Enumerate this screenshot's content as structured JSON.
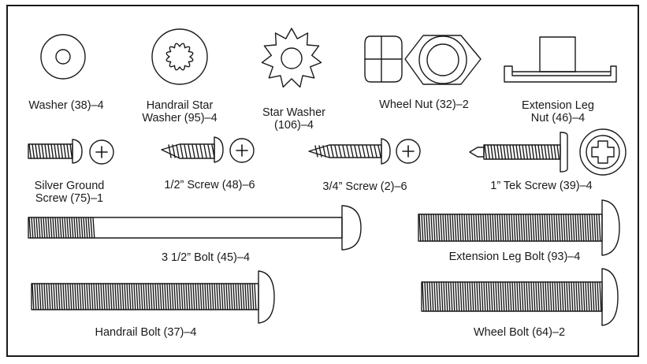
{
  "parts": [
    {
      "id": "washer",
      "icon": "flat-washer-icon",
      "lines": [
        "Washer (38)–4"
      ]
    },
    {
      "id": "handrail-star-washer",
      "icon": "handrail-star-washer-icon",
      "lines": [
        "Handrail Star",
        "Washer (95)–4"
      ]
    },
    {
      "id": "star-washer",
      "icon": "star-washer-icon",
      "lines": [
        "Star Washer",
        "(106)–4"
      ]
    },
    {
      "id": "wheel-nut",
      "icon": "hex-nut-icon",
      "lines": [
        "Wheel Nut (32)–2"
      ]
    },
    {
      "id": "extension-leg-nut",
      "icon": "tee-nut-icon",
      "lines": [
        "Extension Leg",
        "Nut (46)–4"
      ]
    },
    {
      "id": "silver-ground-screw",
      "icon": "ground-screw-icon",
      "lines": [
        "Silver Ground",
        "Screw (75)–1"
      ]
    },
    {
      "id": "half-inch-screw",
      "icon": "tapping-screw-icon",
      "lines": [
        "1/2” Screw (48)–6"
      ]
    },
    {
      "id": "three-quarter-screw",
      "icon": "tapping-screw-icon",
      "lines": [
        "3/4” Screw (2)–6"
      ]
    },
    {
      "id": "tek-screw",
      "icon": "tek-screw-icon",
      "lines": [
        "1” Tek Screw (39)–4"
      ]
    },
    {
      "id": "three-half-bolt",
      "icon": "long-bolt-icon",
      "lines": [
        "3 1/2” Bolt (45)–4"
      ]
    },
    {
      "id": "extension-leg-bolt",
      "icon": "bolt-icon",
      "lines": [
        "Extension Leg Bolt (93)–4"
      ]
    },
    {
      "id": "handrail-bolt",
      "icon": "bolt-icon",
      "lines": [
        "Handrail Bolt (37)–4"
      ]
    },
    {
      "id": "wheel-bolt",
      "icon": "bolt-icon",
      "lines": [
        "Wheel Bolt (64)–2"
      ]
    }
  ]
}
